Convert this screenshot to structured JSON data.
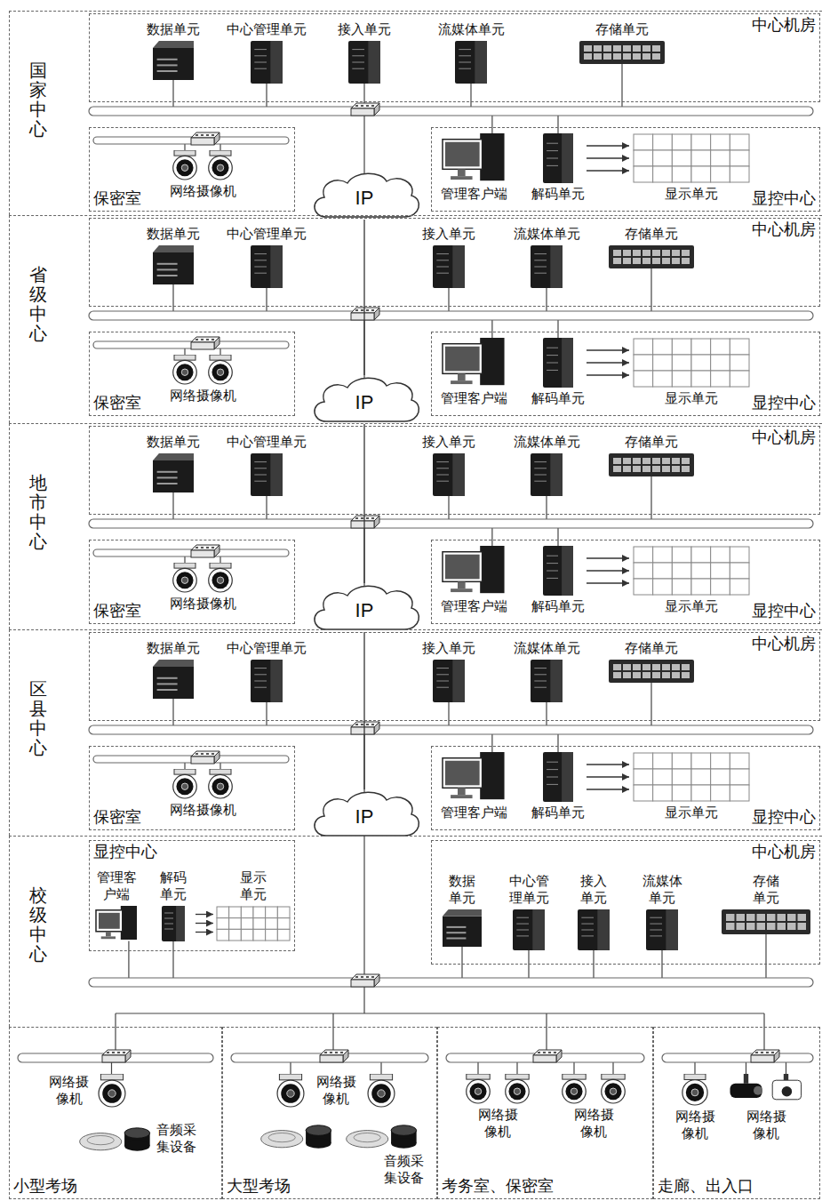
{
  "diagram": {
    "nodes": [
      {
        "text": [
          "国家中心"
        ]
      },
      {
        "text": [
          "中心机房"
        ],
        "in": 0
      },
      {
        "text": [
          "数据单元"
        ],
        "in": 1
      },
      {
        "text": [
          "中心管理单元"
        ],
        "in": 1
      },
      {
        "text": [
          "接入单元"
        ],
        "in": 1
      },
      {
        "text": [
          "流媒体单元"
        ],
        "in": 1
      },
      {
        "text": [
          "存储单元"
        ],
        "in": 1
      },
      {
        "text": [
          "保密室"
        ],
        "in": 0
      },
      {
        "text": [
          "网络摄像机"
        ],
        "in": 7
      },
      {
        "text": [
          "IP"
        ],
        "in": 0
      },
      {
        "text": [
          "显控中心"
        ],
        "in": 0
      },
      {
        "text": [
          "管理客户端"
        ],
        "in": 10
      },
      {
        "text": [
          "解码单元"
        ],
        "in": 10
      },
      {
        "text": [
          "显示单元"
        ],
        "in": 10
      },
      {
        "text": [
          "省级中心"
        ]
      },
      {
        "text": [
          "中心机房"
        ],
        "in": 14
      },
      {
        "text": [
          "数据单元"
        ],
        "in": 15
      },
      {
        "text": [
          "中心管理单元"
        ],
        "in": 15
      },
      {
        "text": [
          "接入单元"
        ],
        "in": 15
      },
      {
        "text": [
          "流媒体单元"
        ],
        "in": 15
      },
      {
        "text": [
          "存储单元"
        ],
        "in": 15
      },
      {
        "text": [
          "保密室"
        ],
        "in": 14
      },
      {
        "text": [
          "网络摄像机"
        ],
        "in": 21
      },
      {
        "text": [
          "IP"
        ],
        "in": 14
      },
      {
        "text": [
          "显控中心"
        ],
        "in": 14
      },
      {
        "text": [
          "管理客户端"
        ],
        "in": 24
      },
      {
        "text": [
          "解码单元"
        ],
        "in": 24
      },
      {
        "text": [
          "显示单元"
        ],
        "in": 24
      },
      {
        "text": [
          "地市中心"
        ]
      },
      {
        "text": [
          "中心机房"
        ],
        "in": 28
      },
      {
        "text": [
          "数据单元"
        ],
        "in": 29
      },
      {
        "text": [
          "中心管理单元"
        ],
        "in": 29
      },
      {
        "text": [
          "接入单元"
        ],
        "in": 29
      },
      {
        "text": [
          "流媒体单元"
        ],
        "in": 29
      },
      {
        "text": [
          "存储单元"
        ],
        "in": 29
      },
      {
        "text": [
          "保密室"
        ],
        "in": 28
      },
      {
        "text": [
          "网络摄像机"
        ],
        "in": 35
      },
      {
        "text": [
          "IP"
        ],
        "in": 28
      },
      {
        "text": [
          "显控中心"
        ],
        "in": 28
      },
      {
        "text": [
          "管理客户端"
        ],
        "in": 38
      },
      {
        "text": [
          "解码单元"
        ],
        "in": 38
      },
      {
        "text": [
          "显示单元"
        ],
        "in": 38
      },
      {
        "text": [
          "区县中心"
        ]
      },
      {
        "text": [
          "中心机房"
        ],
        "in": 42
      },
      {
        "text": [
          "数据单元"
        ],
        "in": 43
      },
      {
        "text": [
          "中心管理单元"
        ],
        "in": 43
      },
      {
        "text": [
          "接入单元"
        ],
        "in": 43
      },
      {
        "text": [
          "流媒体单元"
        ],
        "in": 43
      },
      {
        "text": [
          "存储单元"
        ],
        "in": 43
      },
      {
        "text": [
          "保密室"
        ],
        "in": 42
      },
      {
        "text": [
          "网络摄像机"
        ],
        "in": 49
      },
      {
        "text": [
          "IP"
        ],
        "in": 42
      },
      {
        "text": [
          "显控中心"
        ],
        "in": 42
      },
      {
        "text": [
          "管理客户端"
        ],
        "in": 52
      },
      {
        "text": [
          "解码单元"
        ],
        "in": 52
      },
      {
        "text": [
          "显示单元"
        ],
        "in": 52
      },
      {
        "text": [
          "校级中心"
        ]
      },
      {
        "text": [
          "显控中心"
        ],
        "in": 56
      },
      {
        "text": [
          "管理客户端"
        ],
        "in": 57
      },
      {
        "text": [
          "解码单元"
        ],
        "in": 57
      },
      {
        "text": [
          "显示单元"
        ],
        "in": 57
      },
      {
        "text": [
          "中心机房"
        ],
        "in": 56
      },
      {
        "text": [
          "数据单元"
        ],
        "in": 61
      },
      {
        "text": [
          "中心管理单元"
        ],
        "in": 61
      },
      {
        "text": [
          "接入单元"
        ],
        "in": 61
      },
      {
        "text": [
          "流媒体单元"
        ],
        "in": 61
      },
      {
        "text": [
          "存储单元"
        ],
        "in": 61
      },
      {
        "text": [
          "小型考场"
        ]
      },
      {
        "text": [
          "网络摄像机"
        ],
        "in": 67
      },
      {
        "text": [
          "音频采集设备"
        ],
        "in": 67
      },
      {
        "text": [
          "大型考场"
        ]
      },
      {
        "text": [
          "网络摄像机"
        ],
        "in": 70
      },
      {
        "text": [
          "音频采集设备"
        ],
        "in": 70
      },
      {
        "text": [
          "考务室、保密室"
        ]
      },
      {
        "text": [
          "网络摄像机"
        ],
        "in": 73
      },
      {
        "text": [
          "网络摄像机"
        ],
        "in": 73
      },
      {
        "text": [
          "走廊、出入口"
        ]
      },
      {
        "text": [
          "网络摄像机"
        ],
        "in": 76
      },
      {
        "text": [
          "网络摄像机"
        ],
        "in": 76
      }
    ],
    "edges": [
      {
        "from": 9,
        "to": 23,
        "arrow": "none"
      },
      {
        "from": 23,
        "to": 37,
        "arrow": "none"
      },
      {
        "from": 37,
        "to": 51,
        "arrow": "none"
      },
      {
        "from": 12,
        "to": 13,
        "arrow": "to"
      },
      {
        "from": 12,
        "to": 13,
        "arrow": "to"
      },
      {
        "from": 12,
        "to": 13,
        "arrow": "to"
      },
      {
        "from": 26,
        "to": 27,
        "arrow": "to"
      },
      {
        "from": 26,
        "to": 27,
        "arrow": "to"
      },
      {
        "from": 26,
        "to": 27,
        "arrow": "to"
      },
      {
        "from": 40,
        "to": 41,
        "arrow": "to"
      },
      {
        "from": 40,
        "to": 41,
        "arrow": "to"
      },
      {
        "from": 40,
        "to": 41,
        "arrow": "to"
      },
      {
        "from": 54,
        "to": 55,
        "arrow": "to"
      },
      {
        "from": 54,
        "to": 55,
        "arrow": "to"
      },
      {
        "from": 54,
        "to": 55,
        "arrow": "to"
      },
      {
        "from": 59,
        "to": 60,
        "arrow": "to"
      },
      {
        "from": 59,
        "to": 60,
        "arrow": "to"
      },
      {
        "from": 59,
        "to": 60,
        "arrow": "to"
      }
    ]
  }
}
